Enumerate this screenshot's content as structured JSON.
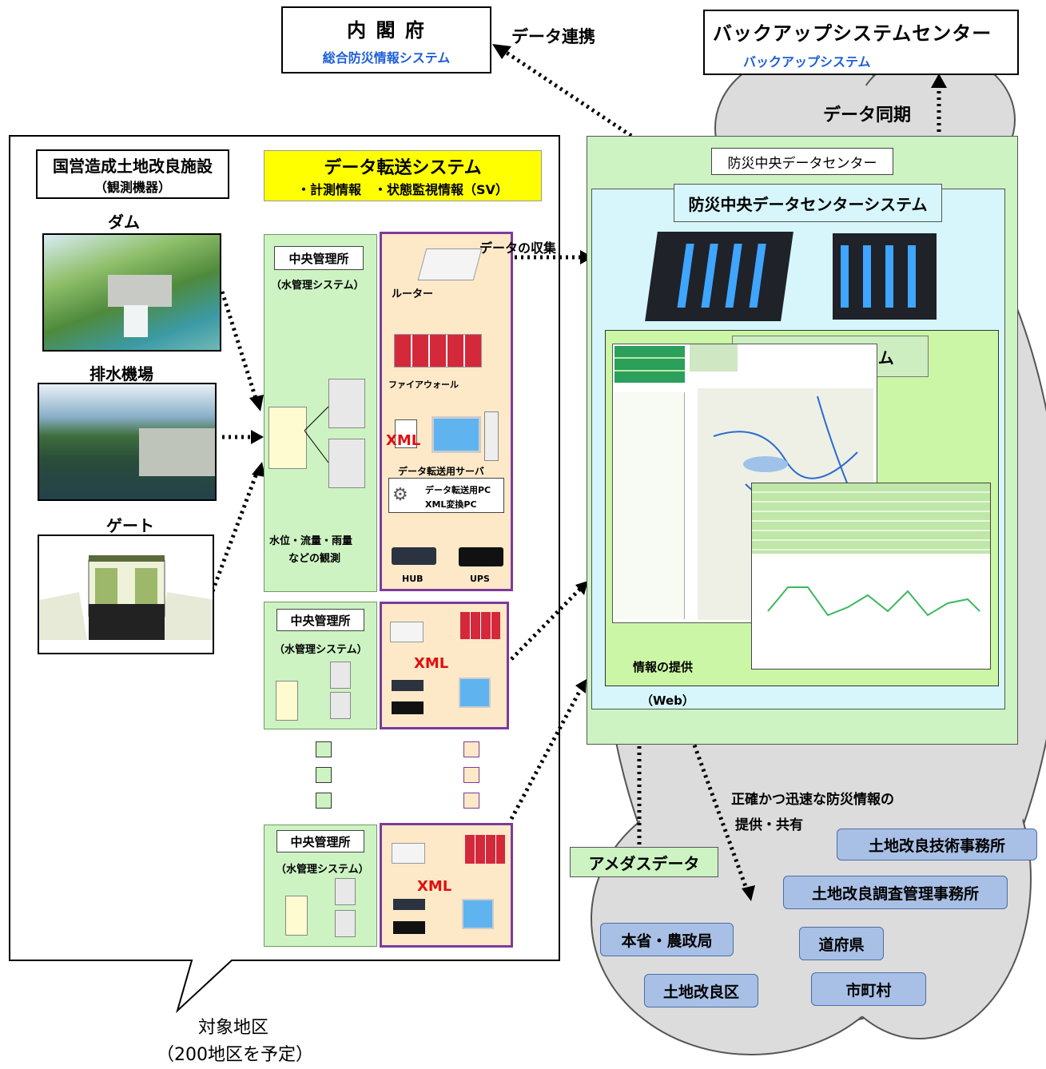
{
  "cabinet": {
    "title": "内 閣 府",
    "system": "総合防災情報システム"
  },
  "backup_center": {
    "title": "バックアップシステムセンター",
    "system": "バックアップシステム"
  },
  "arrows": {
    "data_link": "データ連携",
    "data_sync": "データ同期",
    "data_collect": "データの収集",
    "web": "（Web）"
  },
  "facilities": {
    "title": "国営造成土地改良施設",
    "subtitle": "（観測機器）",
    "dam": "ダム",
    "drainage": "排水機場",
    "gate": "ゲート"
  },
  "transfer_system": {
    "title": "データ転送システム",
    "items": "・計測情報　・状態監視情報（SV）"
  },
  "office": {
    "title": "中央管理所",
    "subtitle": "（水管理システム）",
    "observation_1": "水位・流量・雨量",
    "observation_2": "などの観測"
  },
  "equipment": {
    "router": "ルーター",
    "firewall": "ファイアウォール",
    "xml": "XML",
    "server": "データ転送用サーバ",
    "pc_1": "データ転送用PC",
    "pc_2": "XML変換PC",
    "hub": "HUB",
    "ups": "UPS"
  },
  "datacenter": {
    "label": "防災中央データセンター",
    "system": "防災中央データセンターシステム",
    "info_system": "情報提供システム",
    "info_provision": "情報の提供"
  },
  "sharing": {
    "line1": "正確かつ迅速な防災情報の",
    "line2": "提供・共有"
  },
  "amedas": "アメダスデータ",
  "recipients": [
    "土地改良技術事務所",
    "土地改良調査管理事務所",
    "本省・農政局",
    "道府県",
    "土地改良区",
    "市町村"
  ],
  "target": {
    "label": "対象地区",
    "note": "（200地区を予定）"
  },
  "colors": {
    "green_panel": "#cdf3c3",
    "peach_panel": "#fde9c8",
    "purple_border": "#7d3a9c",
    "blue_tag": "#a9c0e6",
    "cloud": "#dcdcdc",
    "light_blue": "#d6f6fb",
    "yellow": "#ffff00"
  }
}
